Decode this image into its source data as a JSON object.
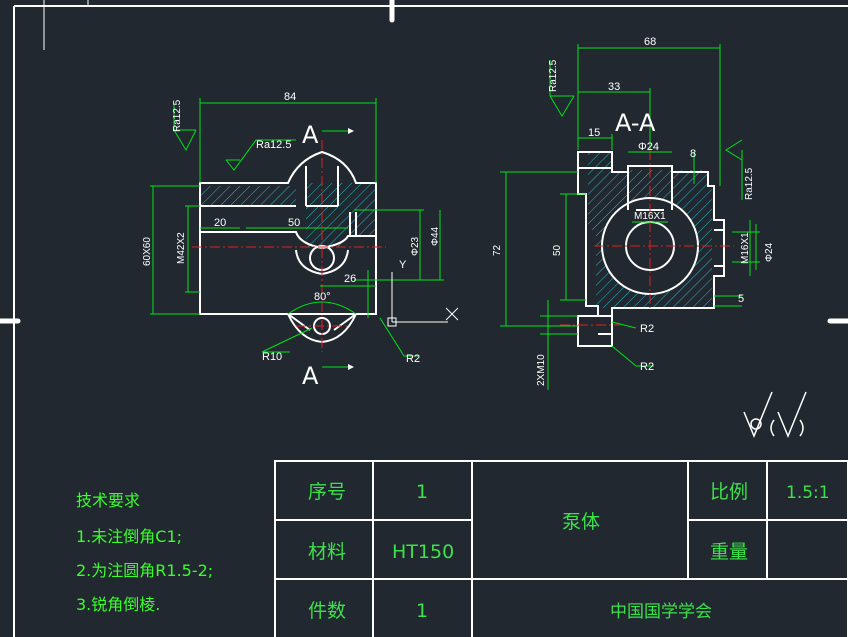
{
  "drawing": {
    "section_label_left_top": "A",
    "section_label_left_bottom": "A",
    "section_title": "A-A",
    "axis_y": "Y",
    "dims_left": {
      "width_84": "84",
      "d20": "20",
      "d50": "50",
      "d26": "26",
      "angle80": "80°",
      "thread_m42": "M42X2",
      "h60": "60X60",
      "phi23": "Φ23",
      "phi44": "Φ44",
      "r10": "R10",
      "r2": "R2",
      "ra_top": "Ra12.5",
      "ra_side": "Ra12.5"
    },
    "dims_right": {
      "d68": "68",
      "d33": "33",
      "d15": "15",
      "phi24_top": "Φ24",
      "d8": "8",
      "m16": "M16X1",
      "m16_side": "M16X1",
      "phi24_side": "Φ24",
      "d72": "72",
      "d50": "50",
      "d5": "5",
      "thread_bottom": "2XM10",
      "r2a": "R2",
      "r2b": "R2",
      "ra_left": "Ra12.5",
      "ra_right": "Ra12.5"
    }
  },
  "tech_requirements": {
    "title": "技术要求",
    "items": [
      "1.未注倒角C1;",
      "2.为注圆角R1.5-2;",
      "3.锐角倒棱."
    ]
  },
  "title_block": {
    "seq_label": "序号",
    "seq_value": "1",
    "material_label": "材料",
    "material_value": "HT150",
    "count_label": "件数",
    "count_value": "1",
    "part_name": "泵体",
    "scale_label": "比例",
    "scale_value": "1.5:1",
    "weight_label": "重量",
    "weight_value": "",
    "org": "中国国学学会"
  },
  "colors": {
    "background": "#212830",
    "outline": "#ffffff",
    "dimension": "#00e21a",
    "center": "#e02020",
    "hatch": "#2ab7c9",
    "text_green": "#3de14a"
  }
}
